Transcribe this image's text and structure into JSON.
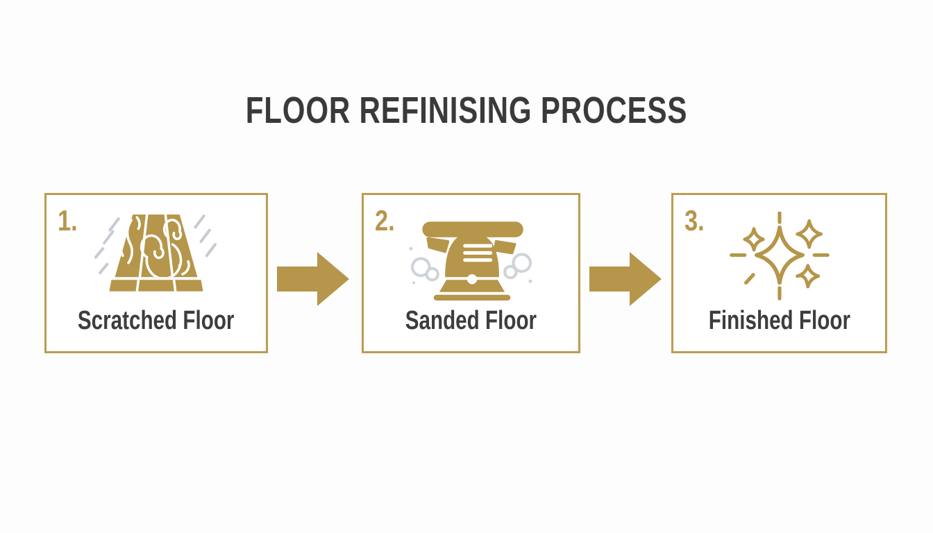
{
  "title": "FLOOR REFINISING PROCESS",
  "steps": [
    {
      "number": "1.",
      "label": "Scratched Floor",
      "icon": "scratched-floor-icon"
    },
    {
      "number": "2.",
      "label": "Sanded Floor",
      "icon": "floor-sander-icon"
    },
    {
      "number": "3.",
      "label": "Finished Floor",
      "icon": "sparkle-shine-icon"
    }
  ],
  "arrows": [
    {
      "icon": "arrow-right-icon"
    },
    {
      "icon": "arrow-right-icon"
    }
  ],
  "colors": {
    "gold": "#b5964a",
    "border_gold": "#bc9c52",
    "title_text": "#3a3a3a",
    "label_text": "#3d3d3d",
    "scratch_gray": "#c6ccd2",
    "dust_gray": "#ced4d9",
    "background": "#fdfdfd"
  }
}
